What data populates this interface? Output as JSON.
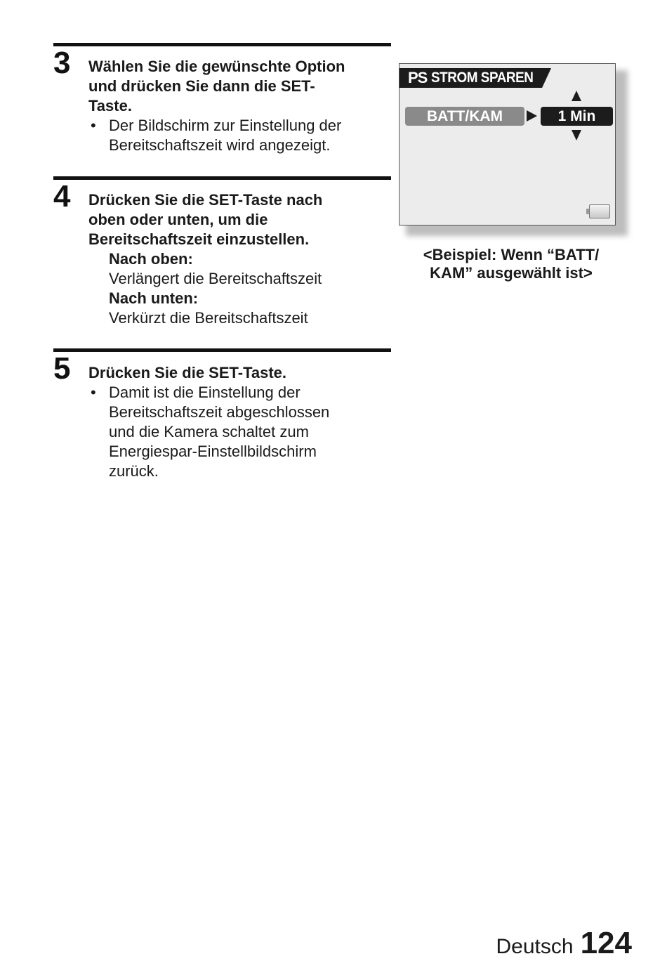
{
  "steps": [
    {
      "number": "3",
      "title_lines": [
        "Wählen Sie die gewünschte Option",
        "und drücken Sie dann die SET-",
        "Taste."
      ],
      "bullet_lines": [
        "Der Bildschirm zur Einstellung der",
        "Bereitschaftszeit wird angezeigt."
      ]
    },
    {
      "number": "4",
      "title_lines": [
        "Drücken Sie die SET-Taste nach",
        "oben oder unten, um die",
        "Bereitschaftszeit einzustellen."
      ],
      "up_heading": "Nach oben:",
      "up_text": "Verlängert die Bereitschaftszeit",
      "down_heading": "Nach unten:",
      "down_text": "Verkürzt die Bereitschaftszeit"
    },
    {
      "number": "5",
      "title_lines": [
        "Drücken Sie die SET-Taste."
      ],
      "bullet_lines": [
        "Damit ist die Einstellung der",
        "Bereitschaftszeit abgeschlossen",
        "und die Kamera schaltet zum",
        "Energiespar-Einstellbildschirm",
        "zurück."
      ]
    }
  ],
  "screen": {
    "icon_text": "PS",
    "title": "STROM SPAREN",
    "option_label": "BATT/KAM",
    "option_value": "1 Min",
    "colors": {
      "header": "#1c1c1c",
      "option_label_bg": "#8a8a8a",
      "screen_bg": "#ececec"
    }
  },
  "caption_lines": [
    "<Beispiel: Wenn “BATT/",
    "KAM” ausgewählt ist>"
  ],
  "footer": {
    "language": "Deutsch",
    "page_number": "124"
  }
}
